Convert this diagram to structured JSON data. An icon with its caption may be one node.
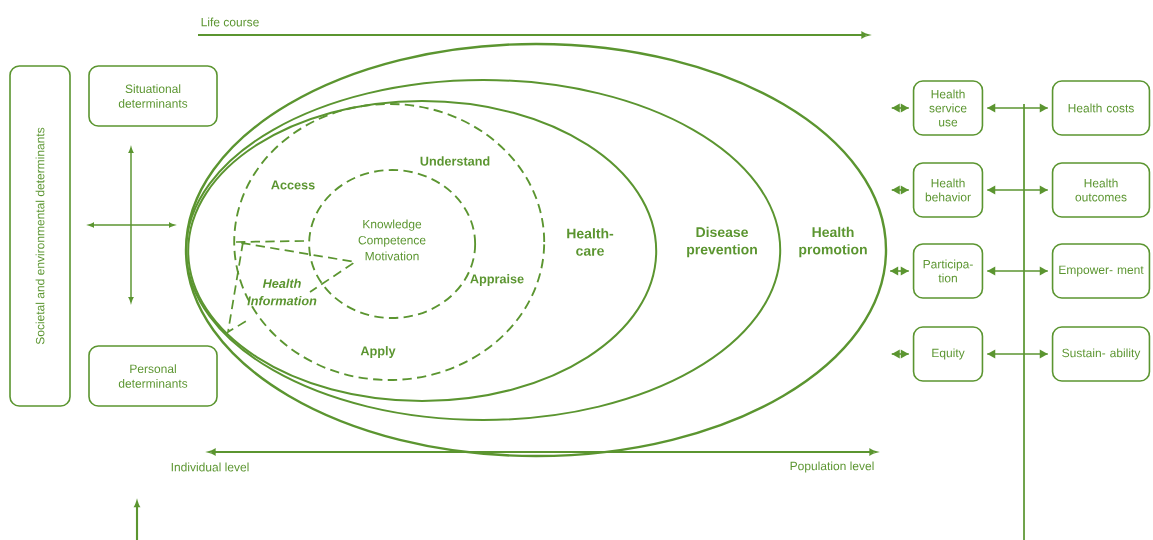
{
  "diagram": {
    "nodes": [
      {
        "text": [
          "Societal and environmental determinants"
        ]
      },
      {
        "text": [
          "Situational determinants"
        ]
      },
      {
        "text": [
          "Personal determinants"
        ]
      },
      {
        "text": [
          "Health promotion"
        ]
      },
      {
        "text": [
          "Disease prevention"
        ],
        "in": 3
      },
      {
        "text": [
          "Health- care"
        ],
        "in": 4
      },
      {
        "text": [
          "Access",
          "Understand",
          "Appraise",
          "Apply",
          "Health Information"
        ],
        "in": 5
      },
      {
        "text": [
          "Knowledge Competence Motivation"
        ],
        "in": 6
      },
      {
        "text": [
          "Health service use"
        ]
      },
      {
        "text": [
          "Health behavior"
        ]
      },
      {
        "text": [
          "Participa- tion"
        ]
      },
      {
        "text": [
          "Equity"
        ]
      },
      {
        "text": [
          "Health costs"
        ]
      },
      {
        "text": [
          "Health outcomes"
        ]
      },
      {
        "text": [
          "Empower- ment"
        ]
      },
      {
        "text": [
          "Sustain- ability"
        ]
      }
    ],
    "edges": [
      {
        "from": null,
        "to": 8,
        "arrow": "both"
      },
      {
        "from": null,
        "to": 9,
        "arrow": "both"
      },
      {
        "from": 3,
        "to": 10,
        "arrow": "both"
      },
      {
        "from": null,
        "to": 11,
        "arrow": "both"
      },
      {
        "from": 8,
        "to": 12,
        "arrow": "both"
      },
      {
        "from": 9,
        "to": 13,
        "arrow": "both"
      },
      {
        "from": 10,
        "to": 14,
        "arrow": "both"
      },
      {
        "from": 11,
        "to": 15,
        "arrow": "both"
      }
    ],
    "labels": [
      "Life course",
      "Individual level",
      "Population level"
    ]
  }
}
